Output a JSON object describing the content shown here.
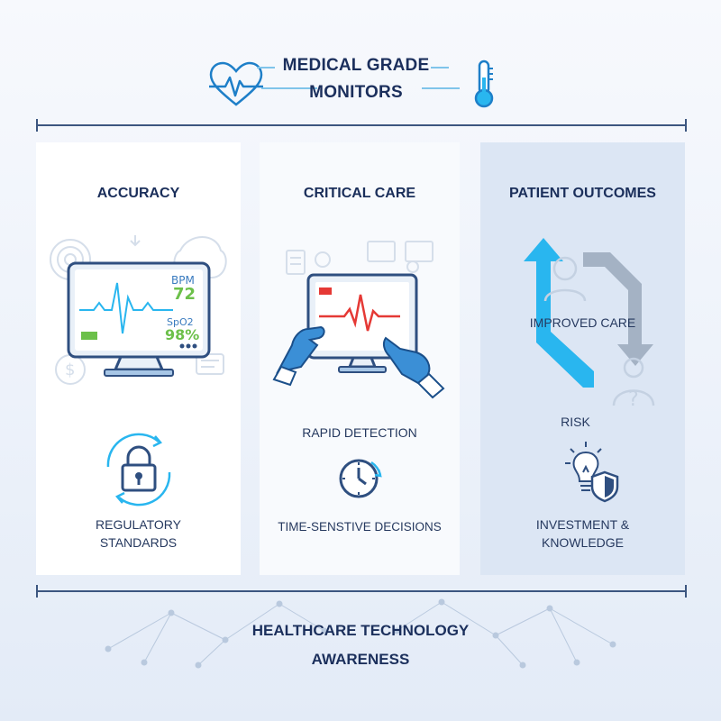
{
  "header": {
    "title_line1": "MEDICAL GRADE",
    "title_line2": "MONITORS"
  },
  "panels": [
    {
      "title": "ACCURACY",
      "monitor": {
        "bpm_label": "BPM",
        "bpm_value": "72",
        "spo2_label": "SpO2",
        "spo2_value": "98%"
      },
      "label": "REGULATORY STANDARDS"
    },
    {
      "title": "CRITICAL CARE",
      "label_top": "RAPID DETECTION",
      "label_bottom": "TIME-SENSTIVE DECISIONS"
    },
    {
      "title": "PATIENT OUTCOMES",
      "label_improved": "IMPROVED CARE",
      "label_risk": "RISK",
      "label_bottom_line1": "INVESTMENT &",
      "label_bottom_line2": "KNOWLEDGE"
    }
  ],
  "footer": {
    "line1": "HEALTHCARE TECHNOLOGY",
    "line2": "AWARENESS"
  },
  "colors": {
    "navy": "#1b2f5c",
    "blue": "#1e7fc8",
    "cyan": "#29b6ef",
    "green": "#6cc04a",
    "red": "#e53935",
    "glove": "#3b8fd6"
  }
}
